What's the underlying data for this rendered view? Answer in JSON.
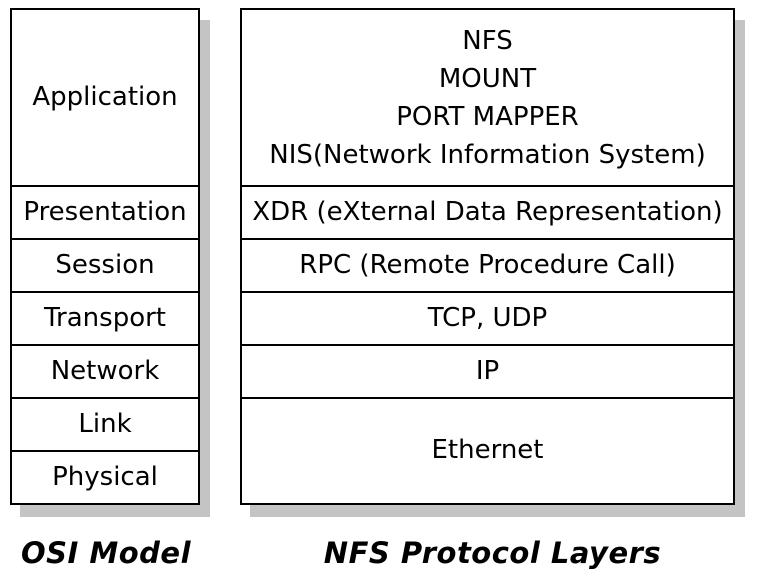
{
  "osi": {
    "caption": "OSI Model",
    "layers": [
      "Application",
      "Presentation",
      "Session",
      "Transport",
      "Network",
      "Link",
      "Physical"
    ]
  },
  "nfs": {
    "caption": "NFS Protocol Layers",
    "application_lines": [
      "NFS",
      "MOUNT",
      "PORT MAPPER",
      "NIS(Network Information System)"
    ],
    "layers": [
      "XDR (eXternal Data Representation)",
      "RPC (Remote Procedure Call)",
      "TCP, UDP",
      "IP",
      "Ethernet"
    ]
  },
  "colors": {
    "background": "#ffffff",
    "border": "#000000",
    "text": "#000000",
    "shadow": "#c4c4c4"
  }
}
